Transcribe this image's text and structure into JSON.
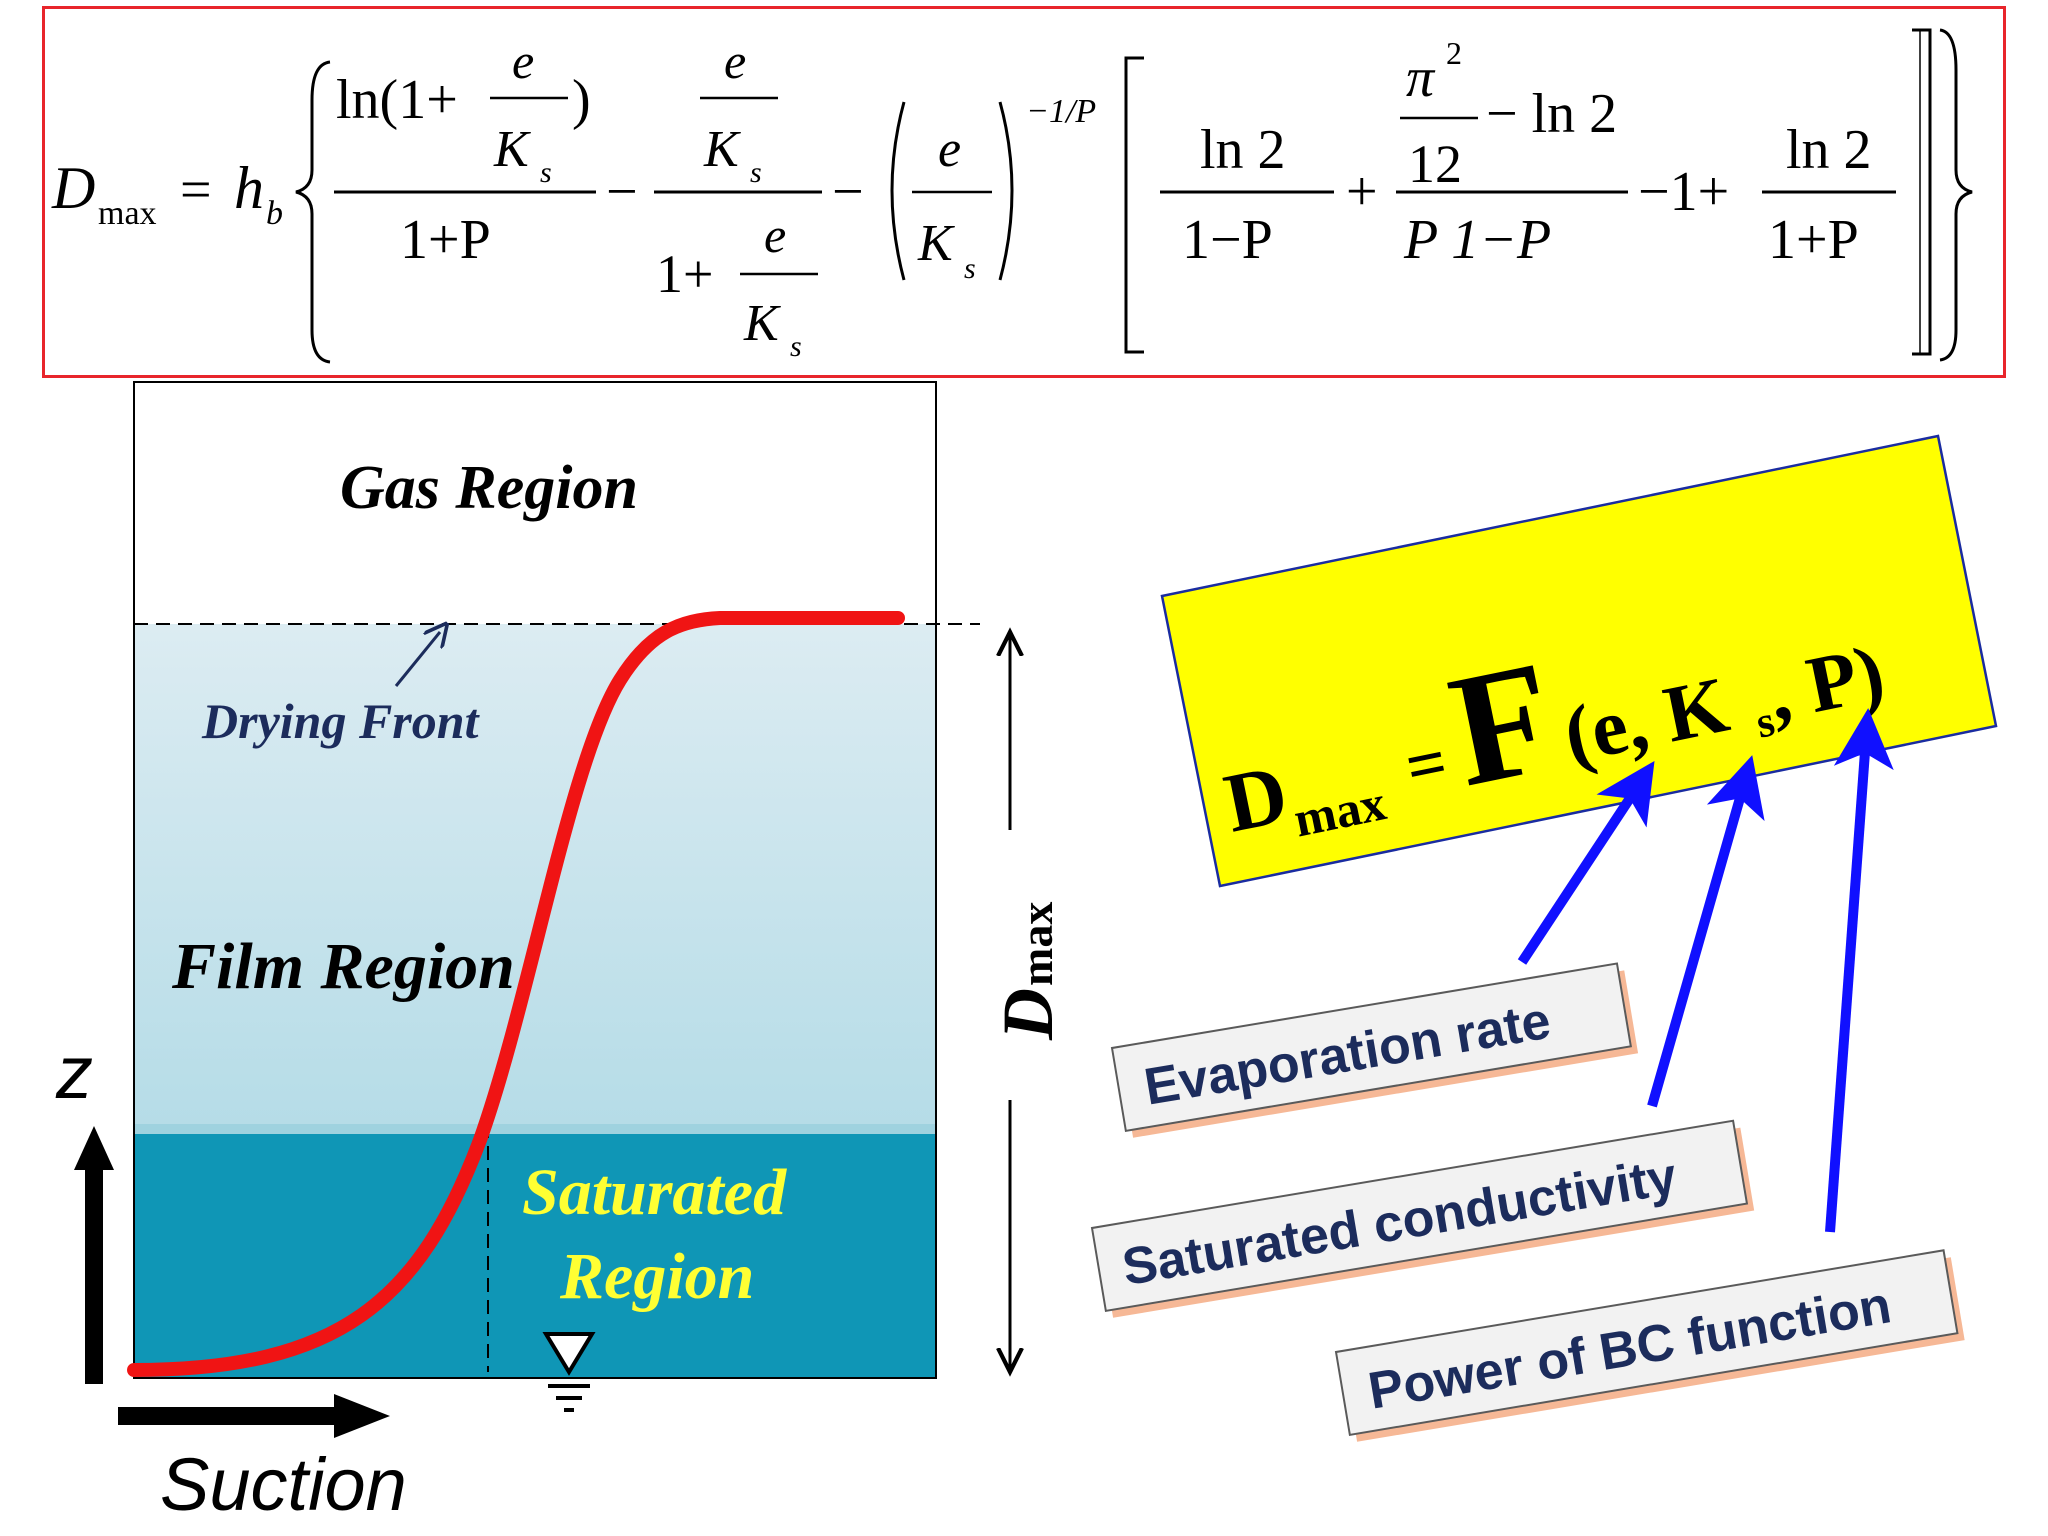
{
  "equation": {
    "lhs_symbol": "D",
    "lhs_subscript": "max",
    "equals": "=",
    "hb_symbol": "h",
    "hb_subscript": "b",
    "t1_num_ln": "ln(1+",
    "e": "e",
    "K": "K",
    "s": "s",
    "close_paren": ")",
    "t1_den": "1+P",
    "minus": "−",
    "plus": "+",
    "one_plus": "1+",
    "exponent": "−1/P",
    "ln2": "ln 2",
    "one_minus_p": "1−P",
    "one_plus_p": "1+P",
    "pi": "π",
    "pi_power": "2",
    "twelve": "12",
    "minus_ln2": "− ln 2",
    "p_one_minus_p": "P  1−P",
    "minus_one_plus": "−1+"
  },
  "diagram": {
    "gas_region": "Gas Region",
    "drying_front": "Drying Front",
    "film_region": "Film Region",
    "saturated_region_line1": "Saturated",
    "saturated_region_line2": "Region",
    "z_axis": "z",
    "suction_axis": "Suction",
    "dmax_symbol": "D",
    "dmax_subscript": "max"
  },
  "function_box": {
    "lhs": "D",
    "lhs_sub": "max",
    "equals": "=",
    "func": "F",
    "open_args": "(e, K",
    "ks_sub": "s",
    "close_args": ", P)"
  },
  "labels": {
    "evaporation": "Evaporation rate",
    "conductivity": "Saturated conductivity",
    "power": "Power of BC function"
  },
  "colors": {
    "frame_red": "#e8252b",
    "curve_red": "#f01414",
    "film_blue_top": "#dcecf2",
    "film_blue_bottom": "#b3dbe6",
    "saturated_blue": "#0f96b6",
    "saturated_text": "#ffff33",
    "function_yellow": "#ffff00",
    "arrow_blue": "#1010ff",
    "label_text_navy": "#1c2c5c"
  }
}
